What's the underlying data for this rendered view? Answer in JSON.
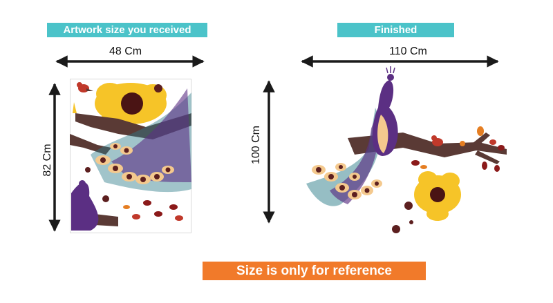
{
  "received": {
    "label": "Artwork size you received",
    "width": "48 Cm",
    "height": "82 Cm"
  },
  "finished": {
    "label": "Finished",
    "width": "110 Cm",
    "height": "100 Cm"
  },
  "note": "Size is only for reference",
  "colors": {
    "tag": "#4bc3c9",
    "note": "#f17a2a",
    "arrow": "#1a1a1a",
    "flower": "#f6c428",
    "branch": "#5a3a35",
    "peacock": "#5b2f83",
    "feather_eye": "#5c1f1f"
  }
}
